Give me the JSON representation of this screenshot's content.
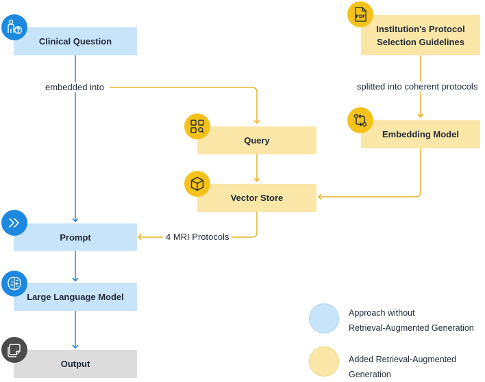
{
  "colors": {
    "blue_path": "#1c88e0",
    "blue_box": "#c7e4fa",
    "yellow_path": "#e7b32a",
    "yellow_box": "#fae6a6",
    "gray_box": "#dcdcdc"
  },
  "nodes": {
    "clinical_question": {
      "label": "Clinical Question",
      "icon": "person-question-icon"
    },
    "protocol_guidelines": {
      "line1": "Institution's Protocol",
      "line2": "Selection Guidelines",
      "icon": "pdf-file-icon"
    },
    "embedding_model": {
      "label": "Embedding Model",
      "icon": "transform-arrows-icon"
    },
    "query": {
      "label": "Query",
      "icon": "grid-search-icon"
    },
    "vector_store": {
      "label": "Vector Store",
      "icon": "cube-icon"
    },
    "prompt": {
      "label": "Prompt",
      "icon": "double-chevron-icon"
    },
    "llm": {
      "label": "Large Language Model",
      "icon": "brain-icon"
    },
    "output": {
      "label": "Output",
      "icon": "document-stack-icon"
    }
  },
  "edge_labels": {
    "embedded_into": "embedded into",
    "splitted": "splitted into coherent protocols",
    "mri_protocols": "4 MRI Protocols"
  },
  "legend": {
    "without_rag": {
      "line1": "Approach without",
      "line2": "Retrieval-Augmented Generation"
    },
    "with_rag": {
      "line1": "Added Retrieval-Augmented",
      "line2": "Generation"
    }
  }
}
